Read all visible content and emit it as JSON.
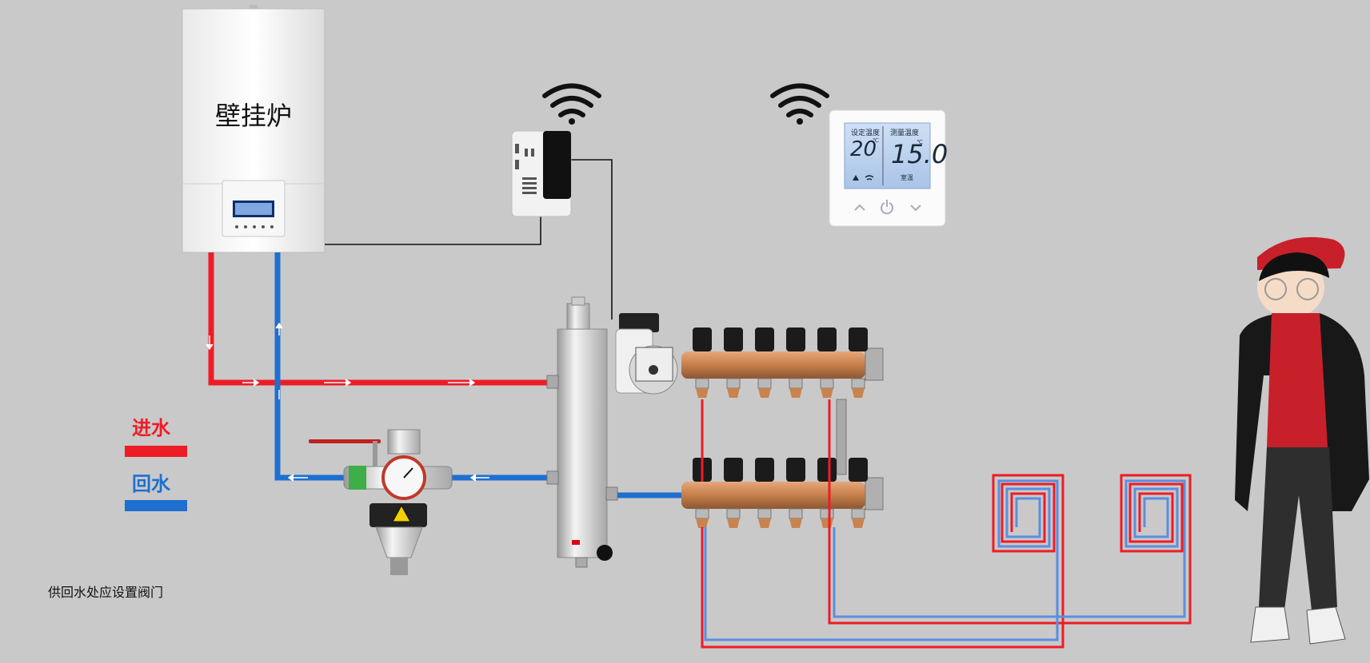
{
  "boiler": {
    "title": "壁挂炉"
  },
  "thermostat": {
    "set_label": "设定温度",
    "set_value": "20",
    "measured_label": "测量温度",
    "measured_value": "15.0",
    "unit": "℃",
    "room_label": "室温"
  },
  "legend": {
    "supply": {
      "label": "进水",
      "color": "#ee1c25"
    },
    "return": {
      "label": "回水",
      "color": "#1e6fd0"
    }
  },
  "note": "供回水处应设置阀门",
  "colors": {
    "background": "#c9c9c9",
    "supply_pipe": "#ee1c25",
    "return_pipe": "#1e6fd0",
    "copper": "#c9834f",
    "wire": "#111111"
  },
  "icons": [
    "wifi-icon",
    "power-icon",
    "chevron-up-icon",
    "chevron-down-icon",
    "warning-icon",
    "pressure-gauge-icon"
  ]
}
